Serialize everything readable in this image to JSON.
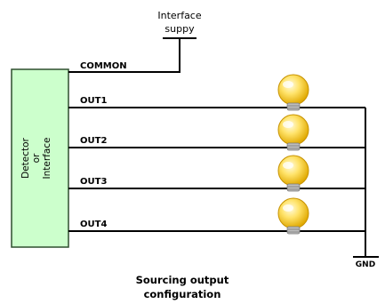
{
  "supply_label_line1": "Interface",
  "supply_label_line2": "suppy",
  "detector_label": {
    "line1": "Detector",
    "line2": "or",
    "line3": "Interface"
  },
  "lines": [
    {
      "label": "COMMON"
    },
    {
      "label": "OUT1"
    },
    {
      "label": "OUT2"
    },
    {
      "label": "OUT3"
    },
    {
      "label": "OUT4"
    }
  ],
  "ground_label": "GND",
  "caption_line1": "Sourcing output",
  "caption_line2": "configuration",
  "colors": {
    "box_fill": "#ccffcc",
    "box_stroke": "#2f4f2f",
    "wire": "#000000",
    "bulb_fill": "#ffd84a",
    "bulb_highlight": "#ffffff",
    "bulb_base": "#bcbcbc"
  }
}
